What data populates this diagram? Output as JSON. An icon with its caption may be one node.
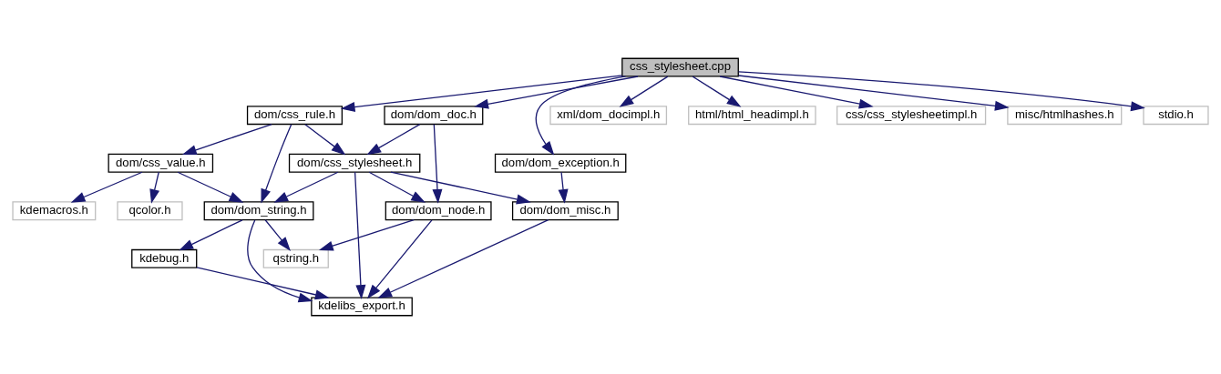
{
  "diagram": {
    "nodes": [
      {
        "text": [
          "css_stylesheet.cpp"
        ]
      },
      {
        "text": [
          "dom/css_rule.h"
        ]
      },
      {
        "text": [
          "dom/dom_doc.h"
        ]
      },
      {
        "text": [
          "dom/dom_exception.h"
        ]
      },
      {
        "text": [
          "xml/dom_docimpl.h"
        ]
      },
      {
        "text": [
          "html/html_headimpl.h"
        ]
      },
      {
        "text": [
          "css/css_stylesheetimpl.h"
        ]
      },
      {
        "text": [
          "misc/htmlhashes.h"
        ]
      },
      {
        "text": [
          "stdio.h"
        ]
      },
      {
        "text": [
          "dom/css_value.h"
        ]
      },
      {
        "text": [
          "dom/css_stylesheet.h"
        ]
      },
      {
        "text": [
          "qcolor.h"
        ]
      },
      {
        "text": [
          "kdemacros.h"
        ]
      },
      {
        "text": [
          "dom/dom_string.h"
        ]
      },
      {
        "text": [
          "dom/dom_node.h"
        ]
      },
      {
        "text": [
          "dom/dom_misc.h"
        ]
      },
      {
        "text": [
          "kdebug.h"
        ]
      },
      {
        "text": [
          "qstring.h"
        ]
      },
      {
        "text": [
          "kdelibs_export.h"
        ]
      }
    ],
    "edges": [
      {
        "from": 0,
        "to": 1,
        "arrow": "to"
      },
      {
        "from": 0,
        "to": 2,
        "arrow": "to"
      },
      {
        "from": 0,
        "to": 3,
        "arrow": "to"
      },
      {
        "from": 0,
        "to": 4,
        "arrow": "to"
      },
      {
        "from": 0,
        "to": 5,
        "arrow": "to"
      },
      {
        "from": 0,
        "to": 6,
        "arrow": "to"
      },
      {
        "from": 0,
        "to": 7,
        "arrow": "to"
      },
      {
        "from": 0,
        "to": 8,
        "arrow": "to"
      },
      {
        "from": 1,
        "to": 9,
        "arrow": "to"
      },
      {
        "from": 1,
        "to": 10,
        "arrow": "to"
      },
      {
        "from": 1,
        "to": 13,
        "arrow": "to"
      },
      {
        "from": 2,
        "to": 10,
        "arrow": "to"
      },
      {
        "from": 2,
        "to": 14,
        "arrow": "to"
      },
      {
        "from": 3,
        "to": 15,
        "arrow": "to"
      },
      {
        "from": 9,
        "to": 11,
        "arrow": "to"
      },
      {
        "from": 9,
        "to": 12,
        "arrow": "to"
      },
      {
        "from": 9,
        "to": 13,
        "arrow": "to"
      },
      {
        "from": 10,
        "to": 13,
        "arrow": "to"
      },
      {
        "from": 10,
        "to": 18,
        "arrow": "to"
      },
      {
        "from": 10,
        "to": 14,
        "arrow": "to"
      },
      {
        "from": 10,
        "to": 15,
        "arrow": "to"
      },
      {
        "from": 13,
        "to": 16,
        "arrow": "to"
      },
      {
        "from": 13,
        "to": 18,
        "arrow": "to"
      },
      {
        "from": 13,
        "to": 17,
        "arrow": "to"
      },
      {
        "from": 14,
        "to": 17,
        "arrow": "to"
      },
      {
        "from": 14,
        "to": 18,
        "arrow": "to"
      },
      {
        "from": 15,
        "to": 18,
        "arrow": "to"
      },
      {
        "from": 16,
        "to": 18,
        "arrow": "to"
      }
    ]
  }
}
